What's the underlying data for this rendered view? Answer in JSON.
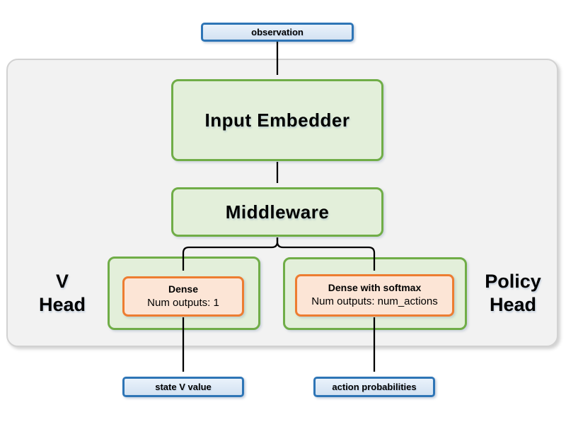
{
  "colors": {
    "blue_border": "#2e75b6",
    "blue_fill": "#dbe8f6",
    "green_border": "#70ad47",
    "green_fill": "#e3efda",
    "orange_border": "#ed7d31",
    "orange_fill": "#fce5d6",
    "container_fill": "#f2f2f2",
    "arrow": "#000000"
  },
  "nodes": {
    "observation": {
      "label": "observation"
    },
    "input_embedder": {
      "label": "Input Embedder"
    },
    "middleware": {
      "label": "Middleware"
    },
    "v_head": {
      "group_label_line1": "V",
      "group_label_line2": "Head",
      "dense_title": "Dense",
      "dense_subtitle": "Num outputs: 1",
      "output_label": "state V value"
    },
    "policy_head": {
      "group_label_line1": "Policy",
      "group_label_line2": "Head",
      "dense_title": "Dense with softmax",
      "dense_subtitle": "Num outputs: num_actions",
      "output_label": "action probabilities"
    }
  }
}
